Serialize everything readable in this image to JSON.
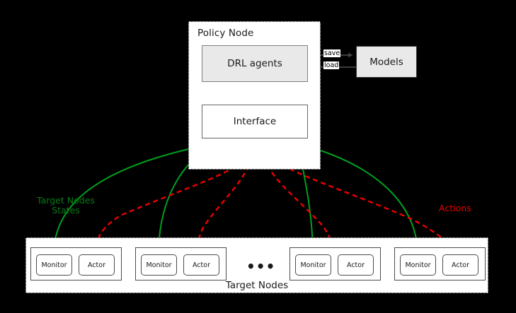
{
  "diagram": {
    "title_policy_node": "Policy Node",
    "background_color": "#000000",
    "state_color": "#0a7a18",
    "action_color": "#e60000"
  },
  "policy_node": {
    "label": "Policy Node",
    "drl_agents": {
      "label": "DRL agents"
    },
    "interface": {
      "label": "Interface"
    }
  },
  "models": {
    "label": "Models",
    "save_label": "save",
    "load_label": "load"
  },
  "flows": {
    "states_label": "Target Nodes\nStates",
    "states_line1": "Target Nodes",
    "states_line2": "States",
    "actions_label": "Actions"
  },
  "target_nodes": {
    "label": "Target Nodes",
    "ellipsis": "•••",
    "groups": [
      {
        "monitor": "Monitor",
        "actor": "Actor"
      },
      {
        "monitor": "Monitor",
        "actor": "Actor"
      },
      {
        "monitor": "Monitor",
        "actor": "Actor"
      },
      {
        "monitor": "Monitor",
        "actor": "Actor"
      }
    ]
  }
}
